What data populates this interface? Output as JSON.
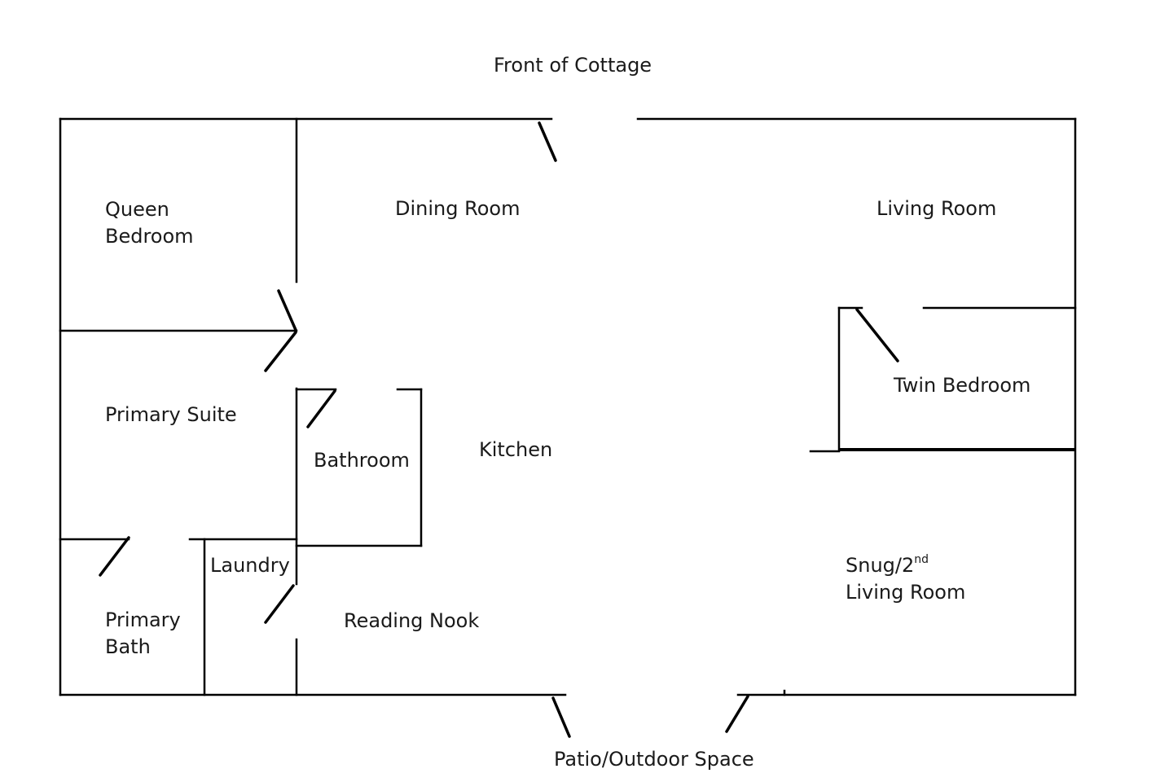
{
  "title": "Front of Cottage",
  "footer_label": "Patio/Outdoor Space",
  "colors": {
    "wall": "#000000",
    "text": "#1a1a1a",
    "background": "#ffffff"
  },
  "rooms": {
    "queen_bedroom": {
      "line1": "Queen",
      "line2": "Bedroom"
    },
    "dining_room": "Dining Room",
    "living_room": "Living Room",
    "primary_suite": "Primary Suite",
    "bathroom": "Bathroom",
    "kitchen": "Kitchen",
    "twin_bedroom": "Twin Bedroom",
    "laundry": "Laundry",
    "primary_bath": {
      "line1": "Primary",
      "line2": "Bath"
    },
    "reading_nook": "Reading Nook",
    "snug": {
      "line1_main": "Snug/2",
      "line1_sup": "nd",
      "line2": "Living Room"
    }
  }
}
